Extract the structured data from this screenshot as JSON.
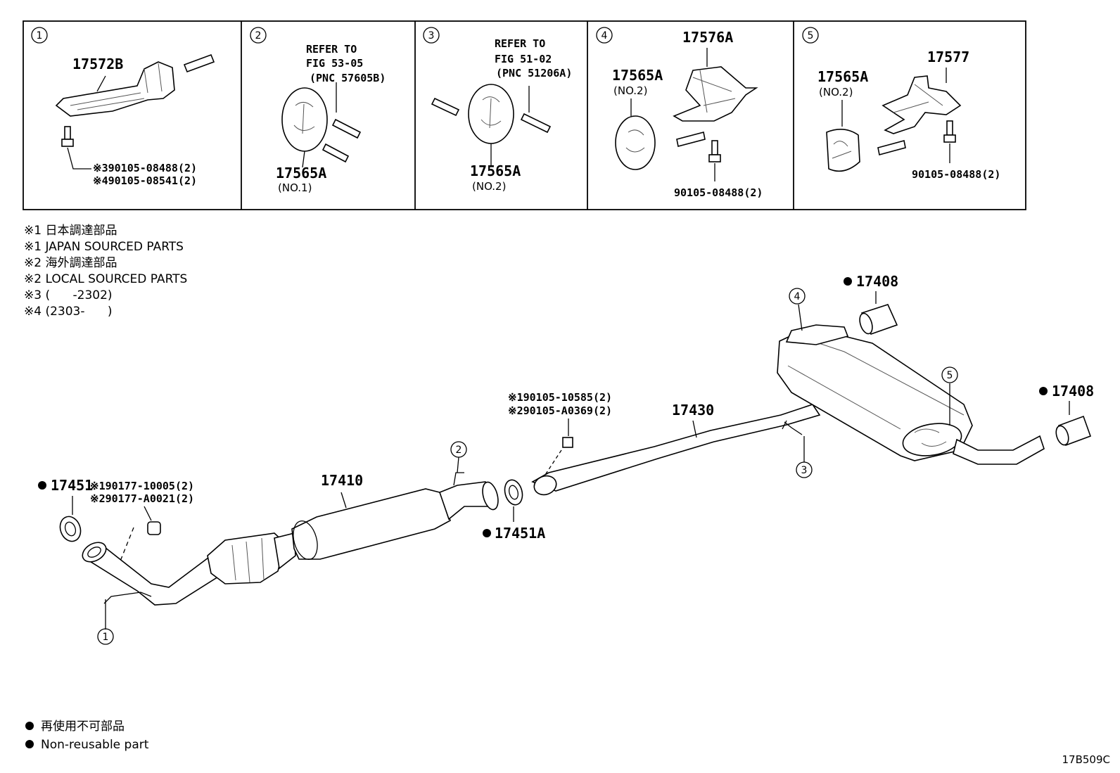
{
  "panels": [
    {
      "num": "1",
      "part": "17572B",
      "fasteners": [
        "※390105-08488(2)",
        "※490105-08541(2)"
      ]
    },
    {
      "num": "2",
      "refer": [
        "REFER TO",
        "FIG 53-05",
        "(PNC 57605B)"
      ],
      "part": "17565A",
      "sub": "(NO.1)"
    },
    {
      "num": "3",
      "refer": [
        "REFER TO",
        "FIG 51-02",
        "(PNC 51206A)"
      ],
      "part": "17565A",
      "sub": "(NO.2)"
    },
    {
      "num": "4",
      "part_a": "17565A",
      "sub_a": "(NO.2)",
      "part_b": "17576A",
      "fastener": "90105-08488(2)"
    },
    {
      "num": "5",
      "part_a": "17565A",
      "sub_a": "(NO.2)",
      "part_b": "17577",
      "fastener": "90105-08488(2)"
    }
  ],
  "notes": [
    "※1 日本調達部品",
    "※1 JAPAN SOURCED PARTS",
    "※2 海外調達部品",
    "※2 LOCAL SOURCED PARTS",
    "※3 (      -2302)",
    "※4 (2303-      )"
  ],
  "main": {
    "p17451": "17451",
    "p17451_fasteners": [
      "※190177-10005(2)",
      "※290177-A0021(2)"
    ],
    "p17410": "17410",
    "p17451a": "17451A",
    "bolt_fasteners": [
      "※190105-10585(2)",
      "※290105-A0369(2)"
    ],
    "p17430": "17430",
    "p17408_top": "17408",
    "p17408_right": "17408",
    "callouts": [
      "1",
      "2",
      "3",
      "4",
      "5"
    ]
  },
  "legend": [
    "再使用不可部品",
    "Non-reusable part"
  ],
  "figure_code": "17B509C"
}
